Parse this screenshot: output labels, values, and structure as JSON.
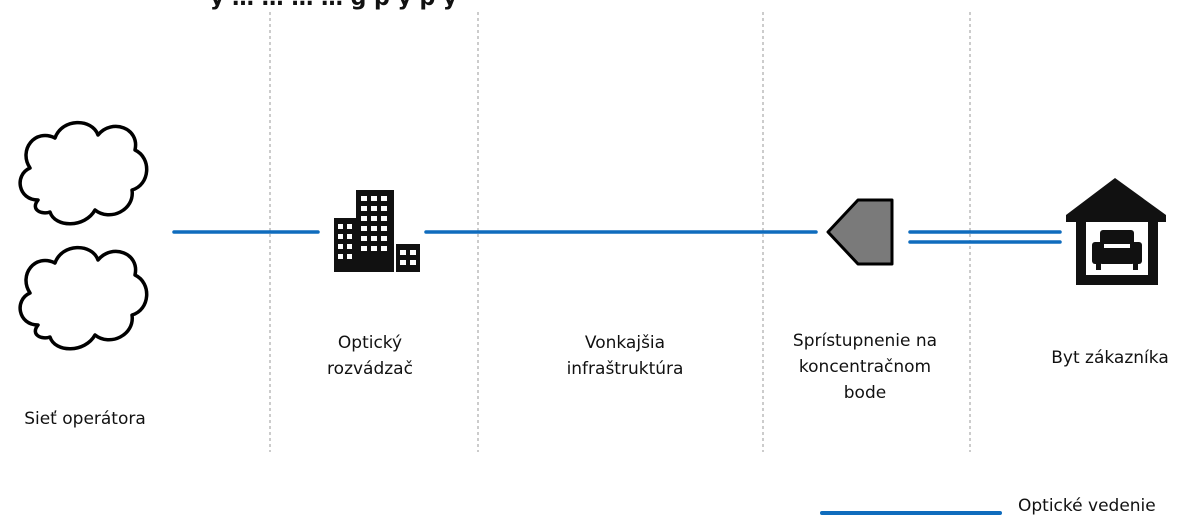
{
  "header": {
    "title_partial": "y … … … … g p    y    p    y"
  },
  "stages": [
    {
      "id": "network",
      "label": "Sieť operátora",
      "icon": "cloud-icon"
    },
    {
      "id": "odf",
      "label": "Optický\nrozvádzač",
      "icon": "office-building-icon"
    },
    {
      "id": "outside",
      "label": "Vonkajšia\ninfraštruktúra",
      "icon": ""
    },
    {
      "id": "access",
      "label": "Sprístupnenie na\nkoncentračnom\nbode",
      "icon": "pentagon-node-icon"
    },
    {
      "id": "home",
      "label": "Byt zákazníka",
      "icon": "house-sofa-icon"
    }
  ],
  "legend": {
    "label": "Optické vedenie",
    "color": "#0f6cbd"
  },
  "colors": {
    "fiber": "#0f6cbd",
    "divider": "#9a9a9a",
    "node_fill": "#7a7a7a"
  }
}
